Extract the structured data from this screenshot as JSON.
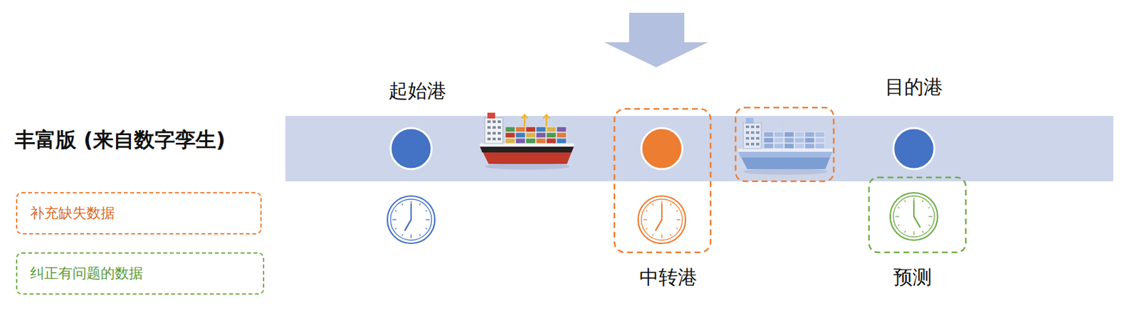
{
  "diagram": {
    "labels": [
      "起始港",
      "目的港",
      "丰富版 (来自数字孪生)",
      "中转港",
      "预测"
    ],
    "legend": [
      {
        "text": "补充缺失数据"
      },
      {
        "text": "纠正有问题的数据"
      }
    ]
  }
}
